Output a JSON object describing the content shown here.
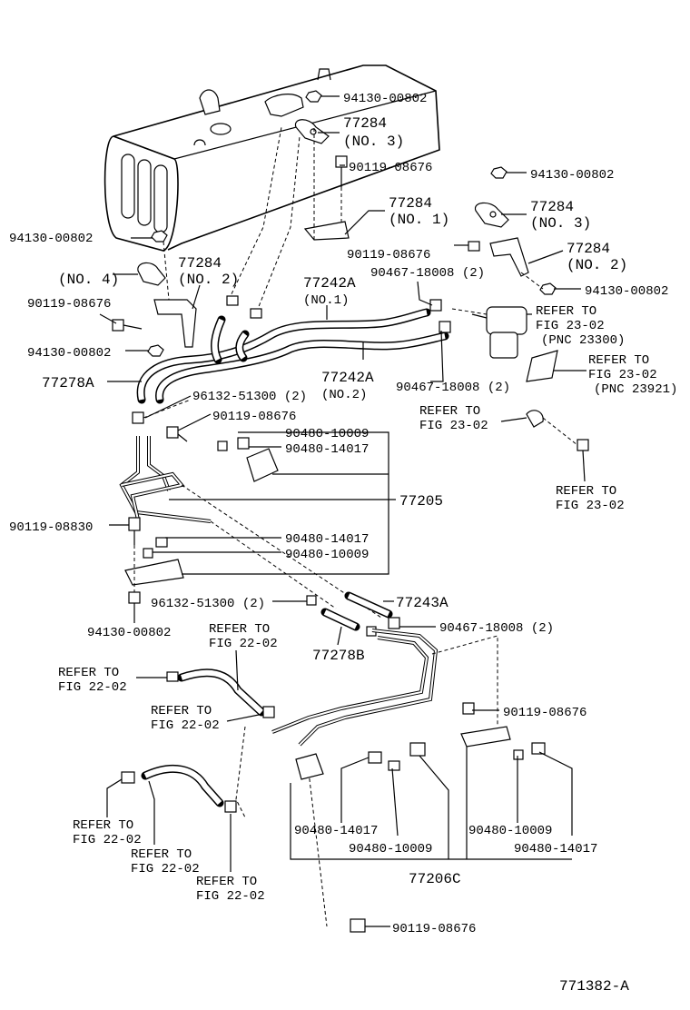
{
  "labels": {
    "l1": "94130-00802",
    "l2": "77284",
    "l3": "(NO. 3)",
    "l4": "90119-08676",
    "l5": "94130-00802",
    "l6": "77284",
    "l7": "(NO. 1)",
    "l8": "77284",
    "l9": "(NO. 3)",
    "l10": "94130-00802",
    "l11": "90119-08676",
    "l12": "77284",
    "l13": "77284",
    "l14": "(NO. 4)",
    "l15": "(NO. 2)",
    "l16": "90467-18008 (2)",
    "l17": "(NO. 2)",
    "l18": "94130-00802",
    "l19": "77242A",
    "l20": "(NO.1)",
    "l21": "90119-08676",
    "l22": "REFER TO",
    "l23": "FIG 23-02",
    "l24": "(PNC 23300)",
    "l25": "94130-00802",
    "l26": "REFER TO",
    "l27": "FIG 23-02",
    "l28": "(PNC 23921)",
    "l29": "77278A",
    "l30": "77242A",
    "l31": "(NO.2)",
    "l32": "90467-18008 (2)",
    "l33": "96132-51300 (2)",
    "l34": "REFER TO",
    "l35": "FIG 23-02",
    "l36": "90119-08676",
    "l37": "90480-10009",
    "l38": "90480-14017",
    "l39": "77205",
    "l40": "REFER TO",
    "l41": "FIG 23-02",
    "l42": "90119-08830",
    "l43": "90480-14017",
    "l44": "90480-10009",
    "l45": "96132-51300 (2)",
    "l46": "77243A",
    "l47": "94130-00802",
    "l48": "REFER TO",
    "l49": "FIG 22-02",
    "l50": "77278B",
    "l51": "90467-18008 (2)",
    "l52": "REFER TO",
    "l53": "FIG 22-02",
    "l54": "REFER TO",
    "l55": "FIG 22-02",
    "l56": "90119-08676",
    "l57": "REFER TO",
    "l58": "FIG 22-02",
    "l59": "90480-14017",
    "l60": "90480-10009",
    "l61": "90480-10009",
    "l62": "90480-14017",
    "l63": "REFER TO",
    "l64": "FIG 22-02",
    "l65": "77206C",
    "l66": "REFER TO",
    "l67": "FIG 22-02",
    "l68": "90119-08676",
    "l69": "771382-A"
  }
}
